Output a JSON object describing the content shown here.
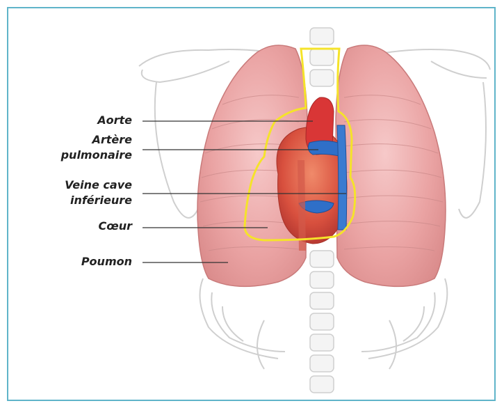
{
  "labels": {
    "aorta": "Aorte",
    "pulmonary_artery_line1": "Artère",
    "pulmonary_artery_line2": "pulmonaire",
    "vena_cava_line1": "Veine cave",
    "vena_cava_line2": "inférieure",
    "heart": "Cœur",
    "lung": "Poumon"
  },
  "colors": {
    "frame_border": "#5fb4c9",
    "lung_fill": "#eaa2a2",
    "bone_outline": "#c9c9c9",
    "heart_red": "#d83a3a",
    "vein_blue": "#2f6fc8",
    "highlight_yellow": "#f5e32a",
    "leader_line": "#333333"
  }
}
